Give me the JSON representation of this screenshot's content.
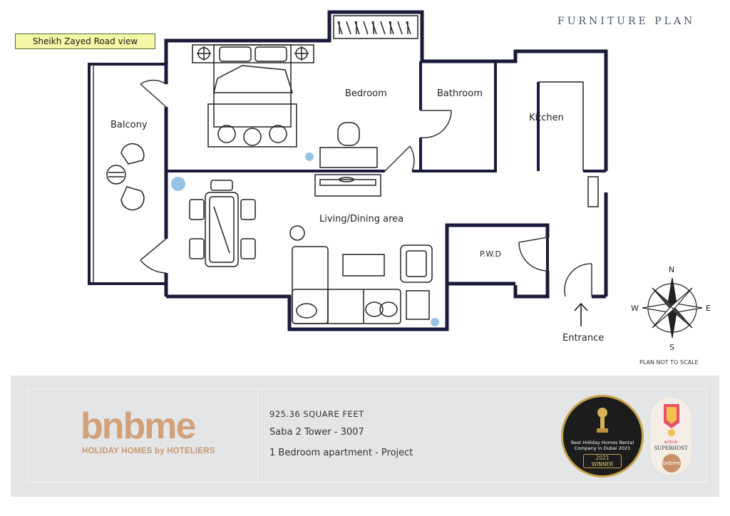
{
  "header": {
    "title": "FURNITURE PLAN",
    "view_tag": "Sheikh Zayed Road view"
  },
  "rooms": {
    "balcony": "Balcony",
    "bedroom": "Bedroom",
    "bathroom": "Bathroom",
    "kitchen": "Kitchen",
    "living": "Living/Dining area",
    "pwd": "P.W.D",
    "entrance": "Entrance"
  },
  "compass": {
    "n": "N",
    "s": "S",
    "e": "E",
    "w": "W"
  },
  "scale_note": "PLAN NOT TO SCALE",
  "footer": {
    "logo": "bnbme",
    "logo_sub": "HOLIDAY HOMES by HOTELIERS",
    "area": "925.36  SQUARE FEET",
    "building": "Saba 2 Tower - 3007",
    "type": "1 Bedroom apartment  - Project"
  },
  "award": {
    "line1": "Best Holiday Homes Rental",
    "line2": "Company in Dubai 2021",
    "winner": "2021 WINNER"
  },
  "badge": {
    "brand": "airbnb",
    "title": "SUPERHOST",
    "logo": "bnbme"
  },
  "colors": {
    "wall": "#1a1a3a",
    "logo": "#d1a27a",
    "view_tag_bg": "#f3f7a6",
    "footer_bg": "#e4e5e6"
  }
}
